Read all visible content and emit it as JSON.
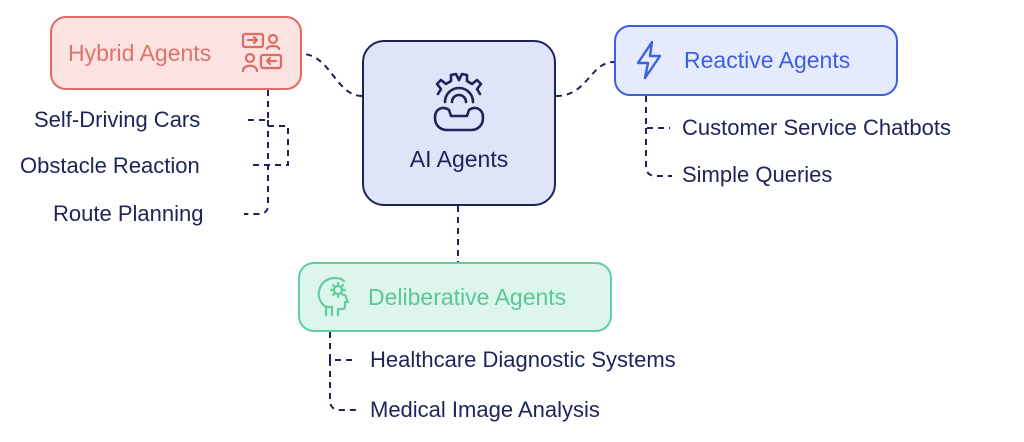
{
  "colors": {
    "ink": "#1c2459",
    "center_bg": "#dfe4f8",
    "center_border": "#1c2459",
    "hybrid_bg": "#fbe3e1",
    "hybrid_border": "#e06a64",
    "hybrid_text": "#e0726a",
    "reactive_bg": "#e6eafd",
    "reactive_border": "#3f5fe0",
    "reactive_text": "#3f5fe0",
    "deliberative_bg": "#ddf5ec",
    "deliberative_border": "#5fcf9e",
    "deliberative_text": "#58c894"
  },
  "center": {
    "label": "AI Agents",
    "icon": "support-agent-gear-icon"
  },
  "hybrid": {
    "label": "Hybrid Agents",
    "icon": "conversation-exchange-icon",
    "children": [
      "Self-Driving Cars",
      "Obstacle Reaction",
      "Route Planning"
    ]
  },
  "reactive": {
    "label": "Reactive Agents",
    "icon": "lightning-bolt-icon",
    "children": [
      "Customer Service Chatbots",
      "Simple Queries"
    ]
  },
  "deliberative": {
    "label": "Deliberative Agents",
    "icon": "thinking-head-gear-icon",
    "children": [
      "Healthcare Diagnostic Systems",
      "Medical Image Analysis"
    ]
  }
}
